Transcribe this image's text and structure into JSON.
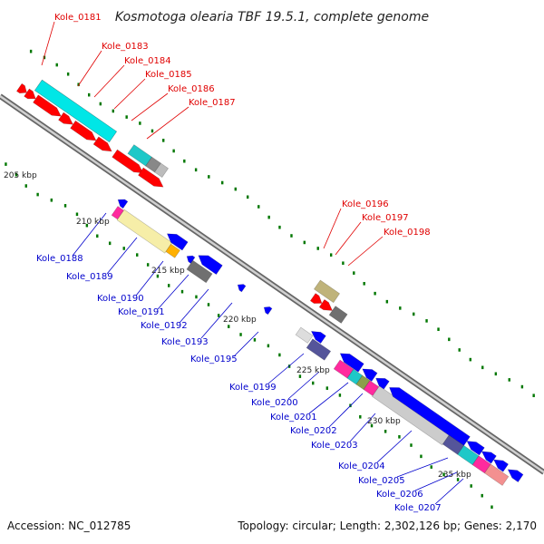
{
  "title": "Kosmotoga olearia TBF 19.5.1, complete genome",
  "footer": {
    "accession": "Accession: NC_012785",
    "summary": "Topology: circular; Length: 2,302,126 bp; Genes: 2,170"
  },
  "colors": {
    "forward_strand": "#ff0000",
    "reverse_strand": "#0000ff",
    "backbone": "#888888",
    "gc_dots": "#007700"
  },
  "ticks": [
    "205 kbp",
    "210 kbp",
    "215 kbp",
    "220 kbp",
    "225 kbp",
    "230 kbp",
    "235 kbp"
  ],
  "labels": {
    "forward": [
      "Kole_0181",
      "Kole_0183",
      "Kole_0184",
      "Kole_0185",
      "Kole_0186",
      "Kole_0187",
      "Kole_0196",
      "Kole_0197",
      "Kole_0198"
    ],
    "reverse": [
      "Kole_0188",
      "Kole_0189",
      "Kole_0190",
      "Kole_0191",
      "Kole_0192",
      "Kole_0193",
      "Kole_0195",
      "Kole_0199",
      "Kole_0200",
      "Kole_0201",
      "Kole_0202",
      "Kole_0203",
      "Kole_0204",
      "Kole_0205",
      "Kole_0206",
      "Kole_0207"
    ]
  }
}
